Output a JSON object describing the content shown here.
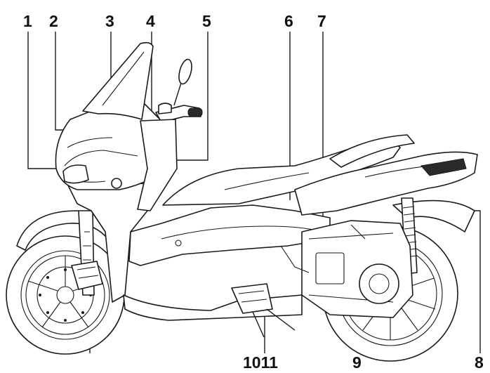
{
  "callouts": [
    {
      "number": "1"
    },
    {
      "number": "2"
    },
    {
      "number": "3"
    },
    {
      "number": "4"
    },
    {
      "number": "5"
    },
    {
      "number": "6"
    },
    {
      "number": "7"
    },
    {
      "number": "8"
    },
    {
      "number": "9"
    },
    {
      "number": "1011"
    }
  ]
}
